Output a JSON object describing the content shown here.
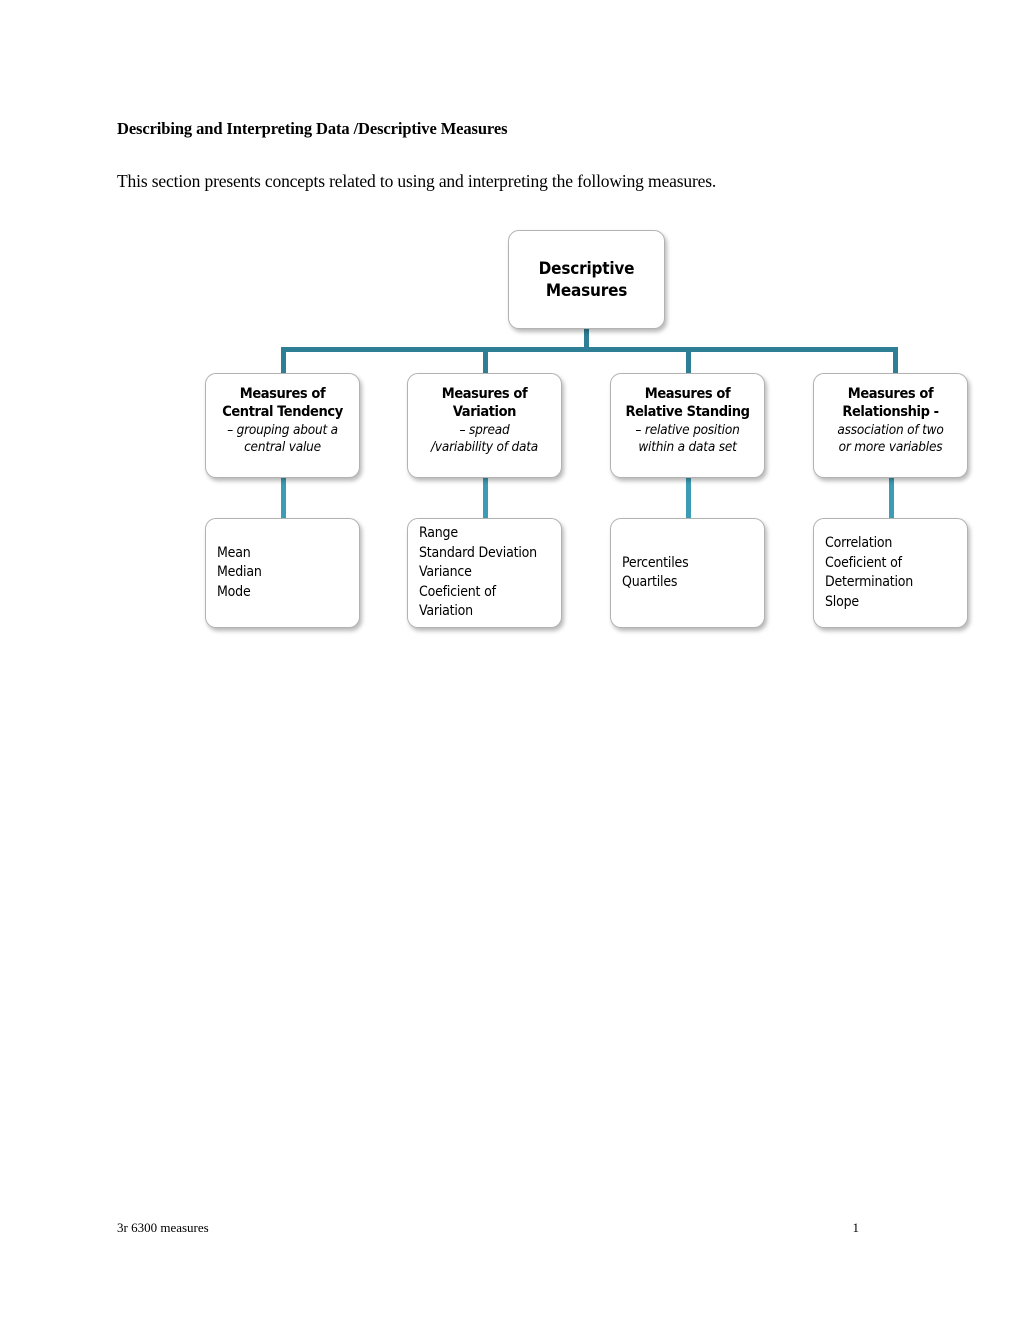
{
  "document": {
    "heading": "Describing and Interpreting Data /Descriptive Measures",
    "intro": "This section presents concepts related to using and interpreting the following measures."
  },
  "footer": {
    "left_text": "3r 6300 measures",
    "page_number": "1"
  },
  "colors": {
    "connector_bus": "#2e7e95",
    "connector_link": "#3c9cb5",
    "node_border": "#b2b2b2",
    "node_fill": "#ffffff",
    "text": "#000000"
  },
  "chart_data": {
    "type": "diagram",
    "diagram_kind": "hierarchy-tree",
    "title": "Descriptive Measures",
    "levels": 3,
    "root": {
      "title": "Descriptive\nMeasures"
    },
    "branches": [
      {
        "title": "Measures of\nCentral Tendency",
        "subtitle": "– grouping about a\ncentral value",
        "items": [
          "Mean",
          "Median",
          "Mode"
        ],
        "items_text": "Mean\nMedian\nMode"
      },
      {
        "title": "Measures of\nVariation",
        "subtitle": "– spread\n/variability of data",
        "items": [
          "Range",
          "Standard Deviation",
          "Variance",
          "Coeficient of",
          "Variation"
        ],
        "items_text": "Range\nStandard Deviation\nVariance\nCoeficient of\nVariation"
      },
      {
        "title": "Measures of\nRelative Standing",
        "subtitle": "– relative position\nwithin a data set",
        "items": [
          "Percentiles",
          "Quartiles"
        ],
        "items_text": "Percentiles\nQuartiles"
      },
      {
        "title": "Measures of\nRelationship -",
        "subtitle": "association of two\nor more variables",
        "items": [
          "Correlation",
          "Coeficient of",
          "Determination",
          "Slope"
        ],
        "items_text": "Correlation\nCoeficient of\nDetermination\nSlope"
      }
    ]
  }
}
